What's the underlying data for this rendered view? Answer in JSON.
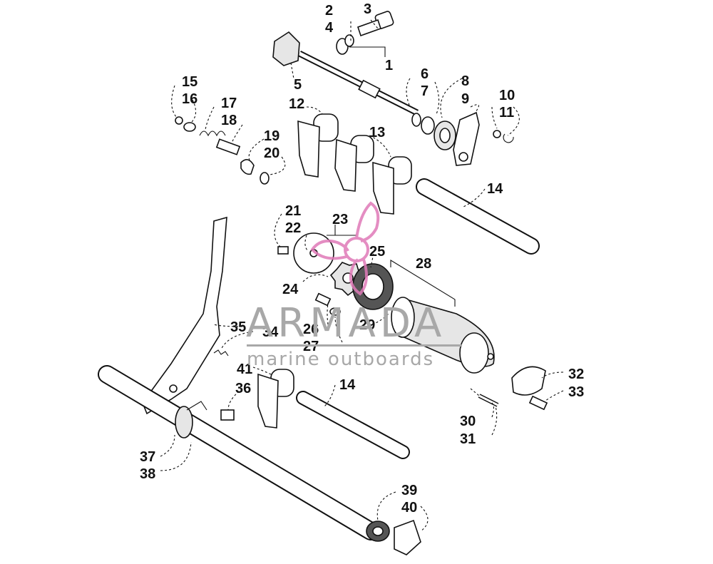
{
  "callouts": [
    "1",
    "2",
    "3",
    "4",
    "5",
    "6",
    "7",
    "8",
    "9",
    "10",
    "11",
    "12",
    "13",
    "14",
    "14",
    "15",
    "16",
    "17",
    "18",
    "19",
    "20",
    "21",
    "22",
    "23",
    "24",
    "25",
    "26",
    "27",
    "28",
    "29",
    "30",
    "31",
    "32",
    "33",
    "34",
    "35",
    "36",
    "37",
    "38",
    "39",
    "40",
    "41"
  ],
  "watermark": {
    "title": "ARMADA",
    "subtitle": "marine outboards",
    "logo_color": "#e07ab8"
  }
}
